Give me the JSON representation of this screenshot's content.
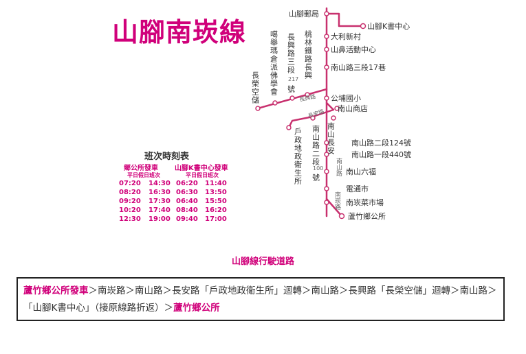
{
  "title": "山腳南崁線",
  "colors": {
    "route": "#c8306e",
    "accent": "#d0007a",
    "text": "#333333"
  },
  "stops": {
    "shanjiao_post": "山腳郵局",
    "kbook": "山腳K書中心",
    "dali": "大利新村",
    "shanbi": "山鼻活動中心",
    "nanshan_sec3": "南山路三段17巷",
    "gongpu": "公埔國小",
    "nanshan_store": "南山商店",
    "nanshan_sec2": "南山路二段124號",
    "nanshan_sec1": "南山路一段440號",
    "liufu": "南山六福",
    "telecom": "電通市",
    "market": "南崁菜市場",
    "office": "蘆竹鄉公所"
  },
  "vertical_labels": {
    "changrong": "長榮空儲",
    "hsi_chan": "噶舉瑪倉派佛學會",
    "changxing_road": "長興路三段",
    "changxing_hao": "號",
    "taoyuan_changxing": "桃林鐵路長興",
    "hukou": "戶政地政衛生所",
    "nanshan_road_sec2": "南山路二段",
    "nanshan_hao": "號",
    "nanshan_changan": "南山長安",
    "nanshan_road": "南山路",
    "nankan_road": "南崁路"
  },
  "numbers": {
    "changxing_no": "217",
    "nanshan_no": "100"
  },
  "road_labels": {
    "changxing": "長興路",
    "changan": "長安路"
  },
  "timetable": {
    "title": "班次時刻表",
    "col1": {
      "header": "鄉公所發車",
      "sub": "平日假日班次",
      "times": [
        [
          "07:20",
          "14:30"
        ],
        [
          "08:20",
          "16:30"
        ],
        [
          "09:20",
          "17:30"
        ],
        [
          "10:20",
          "17:40"
        ],
        [
          "12:30",
          "19:00"
        ]
      ]
    },
    "col2": {
      "header": "山腳K書中心發車",
      "sub": "平日假日班次",
      "times": [
        [
          "06:20",
          "11:40"
        ],
        [
          "06:30",
          "13:50"
        ],
        [
          "06:40",
          "15:50"
        ],
        [
          "08:40",
          "16:20"
        ],
        [
          "09:40",
          "17:00"
        ]
      ]
    }
  },
  "route_heading": "山腳線行駛道路",
  "route_text": {
    "start": "蘆竹鄉公所發車",
    "middle": "＞南崁路＞南山路＞長安路「戶政地政衛生所」迴轉＞南山路＞長興路「長榮空儲」迴轉＞南山路＞「山腳K書中心」（接原線路折返）＞",
    "end": "蘆竹鄉公所"
  }
}
